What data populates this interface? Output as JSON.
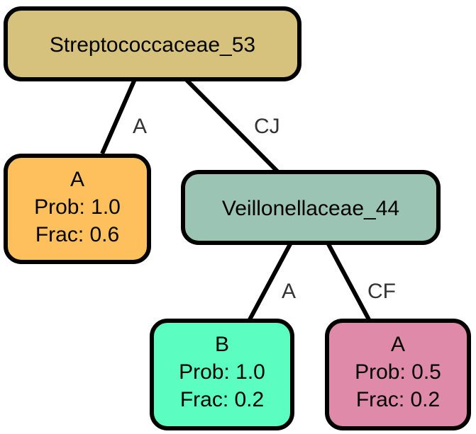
{
  "tree": {
    "nodes": {
      "root": {
        "lines": [
          "Streptococcaceae_53"
        ],
        "color": "#d6c27c"
      },
      "leaf_root_a": {
        "lines": [
          "A",
          "Prob: 1.0",
          "Frac: 0.6"
        ],
        "color": "#fec05c"
      },
      "inner": {
        "lines": [
          "Veillonellaceae_44"
        ],
        "color": "#9bc4b4"
      },
      "leaf_inner_b": {
        "lines": [
          "B",
          "Prob: 1.0",
          "Frac: 0.2"
        ],
        "color": "#5bfec0"
      },
      "leaf_inner_a": {
        "lines": [
          "A",
          "Prob: 0.5",
          "Frac: 0.2"
        ],
        "color": "#df8aa9"
      }
    },
    "edges": {
      "root_to_leaf_a": {
        "label": "A"
      },
      "root_to_inner": {
        "label": "CJ"
      },
      "inner_to_leaf_b": {
        "label": "A"
      },
      "inner_to_leaf_a": {
        "label": "CF"
      }
    },
    "line_color": "#000000",
    "edge_label_color": "#333333"
  }
}
